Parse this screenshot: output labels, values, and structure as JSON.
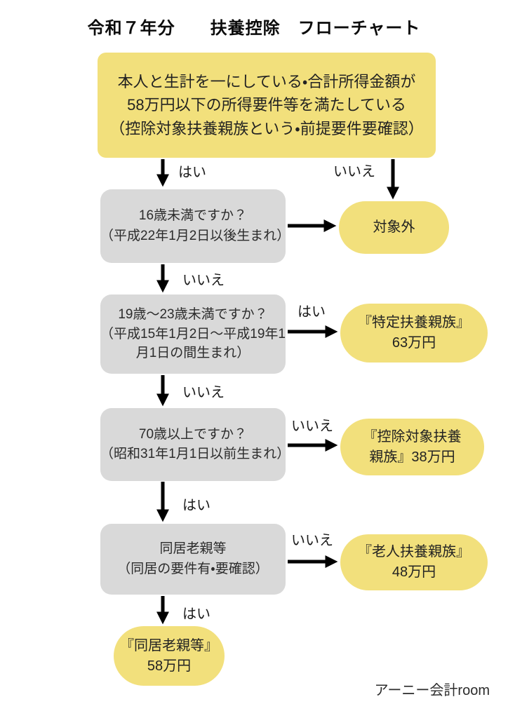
{
  "title": "令和７年分　　扶養控除　フローチャート",
  "colors": {
    "result_yellow": "#F2E07C",
    "question_gray": "#D9D9D9",
    "arrow_black": "#000000"
  },
  "start_box": {
    "lines": [
      "本人と生計を一にしている・合計所得金額が",
      "58万円以下の所得要件等を満たしている",
      "（控除対象扶養親族という・前提要件要確認）"
    ]
  },
  "questions": [
    {
      "lines": [
        "16歳未満ですか？",
        "（平成22年1月2日以後生まれ）"
      ]
    },
    {
      "lines": [
        "19歳〜23歳未満ですか？",
        "（平成15年1月2日〜平成19年1",
        "月1日の間生まれ）"
      ]
    },
    {
      "lines": [
        "70歳以上ですか？",
        "（昭和31年1月1日以前生まれ）"
      ]
    },
    {
      "lines": [
        "同居老親等",
        "（同居の要件有・要確認）"
      ]
    }
  ],
  "results": [
    {
      "lines": [
        "対象外"
      ]
    },
    {
      "lines": [
        "『特定扶養親族』",
        "63万円"
      ]
    },
    {
      "lines": [
        "『控除対象扶養",
        "親族』38万円"
      ]
    },
    {
      "lines": [
        "『老人扶養親族』",
        "48万円"
      ]
    },
    {
      "lines": [
        "『同居老親等』",
        "58万円"
      ]
    }
  ],
  "edge_labels": {
    "start_yes": "はい",
    "start_no": "いいえ",
    "q1_no": "いいえ",
    "q2_yes": "はい",
    "q2_no": "いいえ",
    "q3_no": "いいえ",
    "q3_yes": "はい",
    "q4_no": "いいえ",
    "q4_yes": "はい"
  },
  "footer": "アーニー会計room"
}
